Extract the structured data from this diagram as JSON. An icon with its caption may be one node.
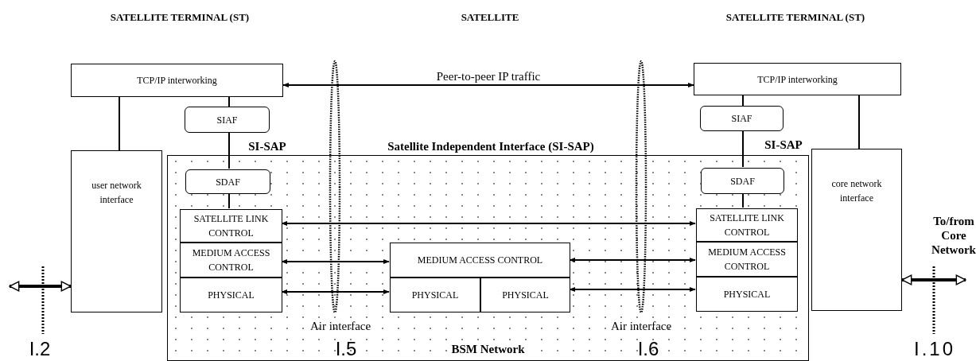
{
  "diagram": {
    "nodes": [
      {
        "text": [
          "TCP/IP interworking"
        ]
      },
      {
        "text": [
          "SIAF"
        ]
      },
      {
        "text": [
          "user network interface"
        ]
      },
      {
        "text": [
          "BSM Network"
        ]
      },
      {
        "text": [
          "SDAF"
        ],
        "in": 3
      },
      {
        "text": [
          "SATELLITE LINK CONTROL"
        ],
        "in": 3
      },
      {
        "text": [
          "MEDIUM ACCESS CONTROL"
        ],
        "in": 3
      },
      {
        "text": [
          "PHYSICAL"
        ],
        "in": 3
      },
      {
        "text": [
          "MEDIUM ACCESS CONTROL"
        ],
        "in": 3
      },
      {
        "text": [
          "PHYSICAL"
        ],
        "in": 3
      },
      {
        "text": [
          "PHYSICAL"
        ],
        "in": 3
      },
      {
        "text": [
          "TCP/IP interworking"
        ]
      },
      {
        "text": [
          "SIAF"
        ]
      },
      {
        "text": [
          "core network interface"
        ]
      },
      {
        "text": [
          "SDAF"
        ],
        "in": 3
      },
      {
        "text": [
          "SATELLITE LINK CONTROL"
        ],
        "in": 3
      },
      {
        "text": [
          "MEDIUM ACCESS CONTROL"
        ],
        "in": 3
      },
      {
        "text": [
          "PHYSICAL"
        ],
        "in": 3
      },
      {
        "text": [],
        "shape": "oval"
      },
      {
        "text": [],
        "shape": "oval"
      }
    ],
    "edges": [
      {
        "from": 0,
        "to": 11,
        "arrow": "both",
        "label": "Peer-to-peer IP traffic"
      },
      {
        "from": 0,
        "to": 1,
        "arrow": "none"
      },
      {
        "from": 1,
        "to": 4,
        "arrow": "none"
      },
      {
        "from": 4,
        "to": 5,
        "arrow": "none"
      },
      {
        "from": 0,
        "to": 2,
        "arrow": "none"
      },
      {
        "from": 5,
        "to": 15,
        "arrow": "both"
      },
      {
        "from": 6,
        "to": 8,
        "arrow": "both"
      },
      {
        "from": 7,
        "to": 9,
        "arrow": "both"
      },
      {
        "from": 8,
        "to": 16,
        "arrow": "both"
      },
      {
        "from": 10,
        "to": 17,
        "arrow": "both"
      },
      {
        "from": 11,
        "to": 12,
        "arrow": "none"
      },
      {
        "from": 12,
        "to": 14,
        "arrow": "none"
      },
      {
        "from": 14,
        "to": 15,
        "arrow": "none"
      },
      {
        "from": 11,
        "to": 13,
        "arrow": "none"
      },
      {
        "from": null,
        "to": 2,
        "arrow": "both",
        "style": "thick"
      },
      {
        "from": 13,
        "to": null,
        "arrow": "both",
        "style": "thick"
      }
    ],
    "labels": [
      "SATELLITE TERMINAL (ST)",
      "SATELLITE",
      "SATELLITE TERMINAL (ST)",
      "SI-SAP",
      "Satellite Independent Interface (SI-SAP)",
      "SI-SAP",
      "To/from Core Network",
      "Air interface",
      "Air interface",
      "I.2",
      "I.5",
      "I.6",
      "I.10"
    ]
  }
}
